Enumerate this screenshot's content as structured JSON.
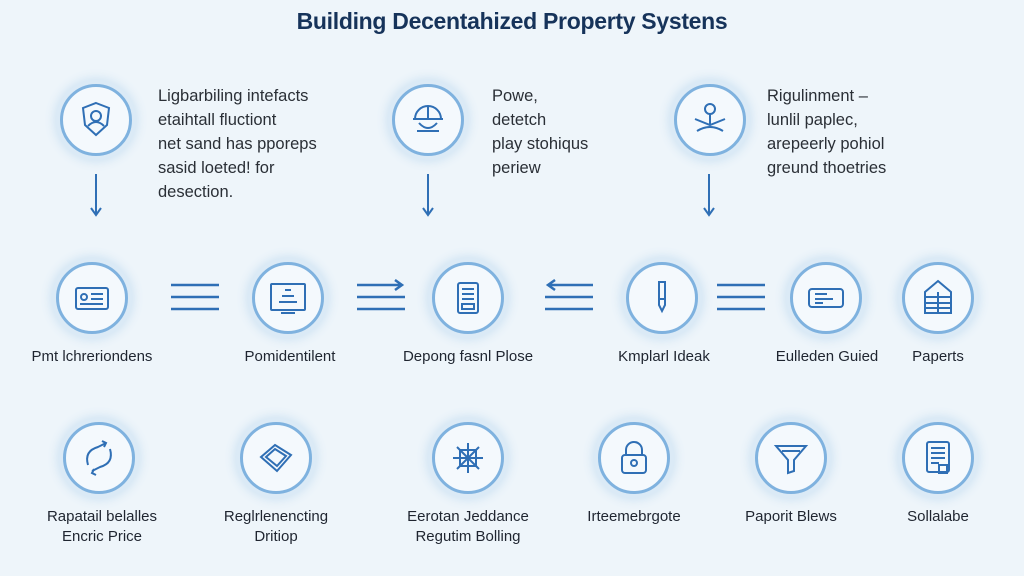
{
  "title": "Building Decentahized Property Systens",
  "top_row": [
    {
      "icon": "person-shield-icon",
      "text": "Ligbarbiling intefacts\netaihtall fluctiont\nnet sand has pporeps\nsasid loeted! for\ndesection."
    },
    {
      "icon": "helmet-person-icon",
      "text": "Powe,\ndetetch\nplay stohiqus\nperiew"
    },
    {
      "icon": "person-meditation-icon",
      "text": "Rigulinment –\nlunlil paplec,\narepeerly pohiol\ngreund thoetries"
    }
  ],
  "middle_row": [
    {
      "icon": "id-card-icon",
      "label": "Pmt lchreriondens"
    },
    {
      "icon": "monitor-document-icon",
      "label": "Pomidentilent"
    },
    {
      "icon": "printer-icon",
      "label": "Depong fasnl Plose"
    },
    {
      "icon": "pen-icon",
      "label": "Kmplarl Ideak"
    },
    {
      "icon": "battery-card-icon",
      "label": "Eulleden Guied"
    },
    {
      "icon": "house-building-icon",
      "label": "Paperts"
    }
  ],
  "bottom_row": [
    {
      "icon": "hand-exchange-icon",
      "label": "Rapatail belalles\nEncric Price"
    },
    {
      "icon": "diamond-plate-icon",
      "label": "Reglrlenencting\nDritiop"
    },
    {
      "icon": "network-star-icon",
      "label": "Eerotan Jeddance\nRegutim Bolling"
    },
    {
      "icon": "padlock-icon",
      "label": "Irteemebrgote"
    },
    {
      "icon": "funnel-icon",
      "label": "Paporit Blews"
    },
    {
      "icon": "document-stack-icon",
      "label": "Sollalabe"
    }
  ],
  "colors": {
    "accent": "#2f6fb5",
    "ring": "#7fb2df",
    "background": "#eef5fa",
    "title": "#16335a"
  }
}
